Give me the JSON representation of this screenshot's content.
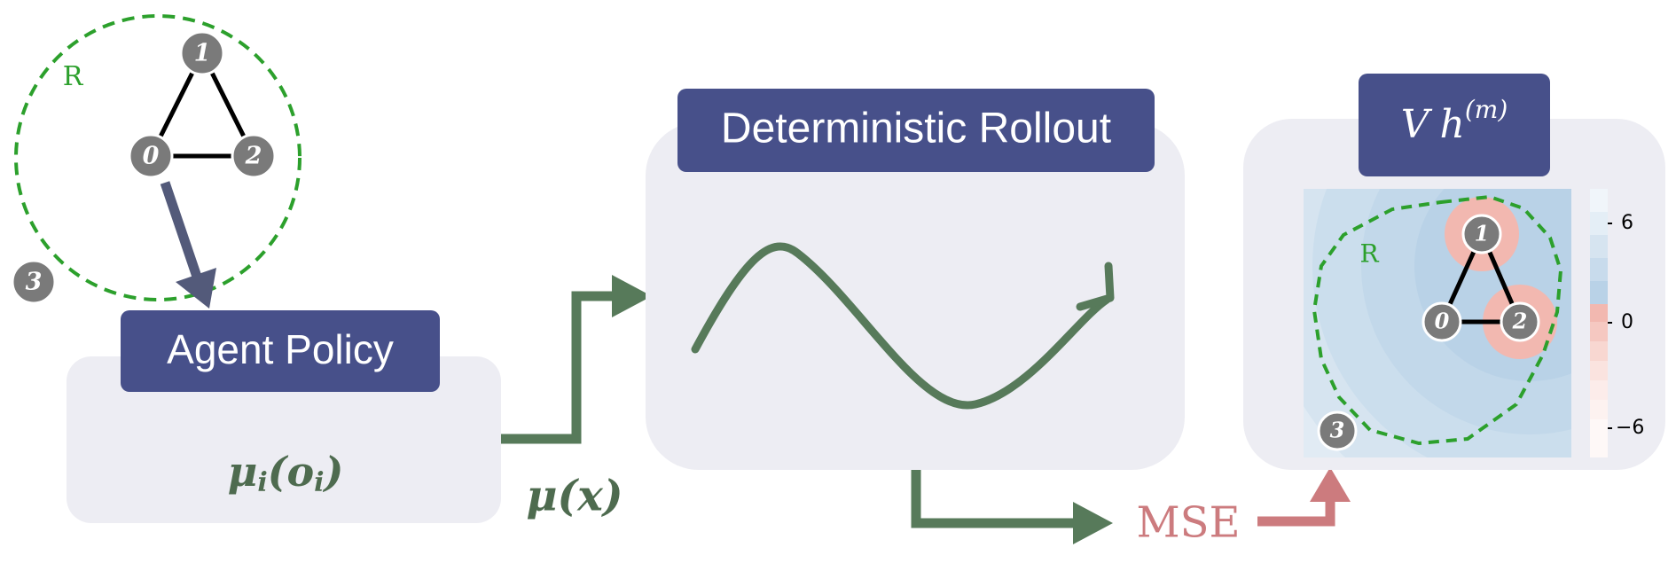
{
  "agent_policy": {
    "title": "Agent Policy",
    "formula": "μi(oi)"
  },
  "rollout": {
    "title": "Deterministic Rollout"
  },
  "value_panel": {
    "title": "Vh(m)",
    "title_base": "V",
    "title_h": "h",
    "title_sup": "(m)"
  },
  "signals": {
    "mu_x": "μ(x)",
    "mse": "MSE"
  },
  "graph": {
    "radius_label": "R",
    "nodes": [
      "0",
      "1",
      "2",
      "3"
    ]
  },
  "colorbar": {
    "ticks": [
      "6",
      "0",
      "−6"
    ]
  },
  "colors": {
    "box_title_bg": "#47508a",
    "panel_bg": "#ededf3",
    "green_arrow": "#577a5a",
    "pink_arrow": "#cc7b7e",
    "dash_green": "#2ca02c",
    "node_gray": "#7a7a7a",
    "heat_blue": "#bcd4e6",
    "heat_pink": "#f2b8b0"
  }
}
